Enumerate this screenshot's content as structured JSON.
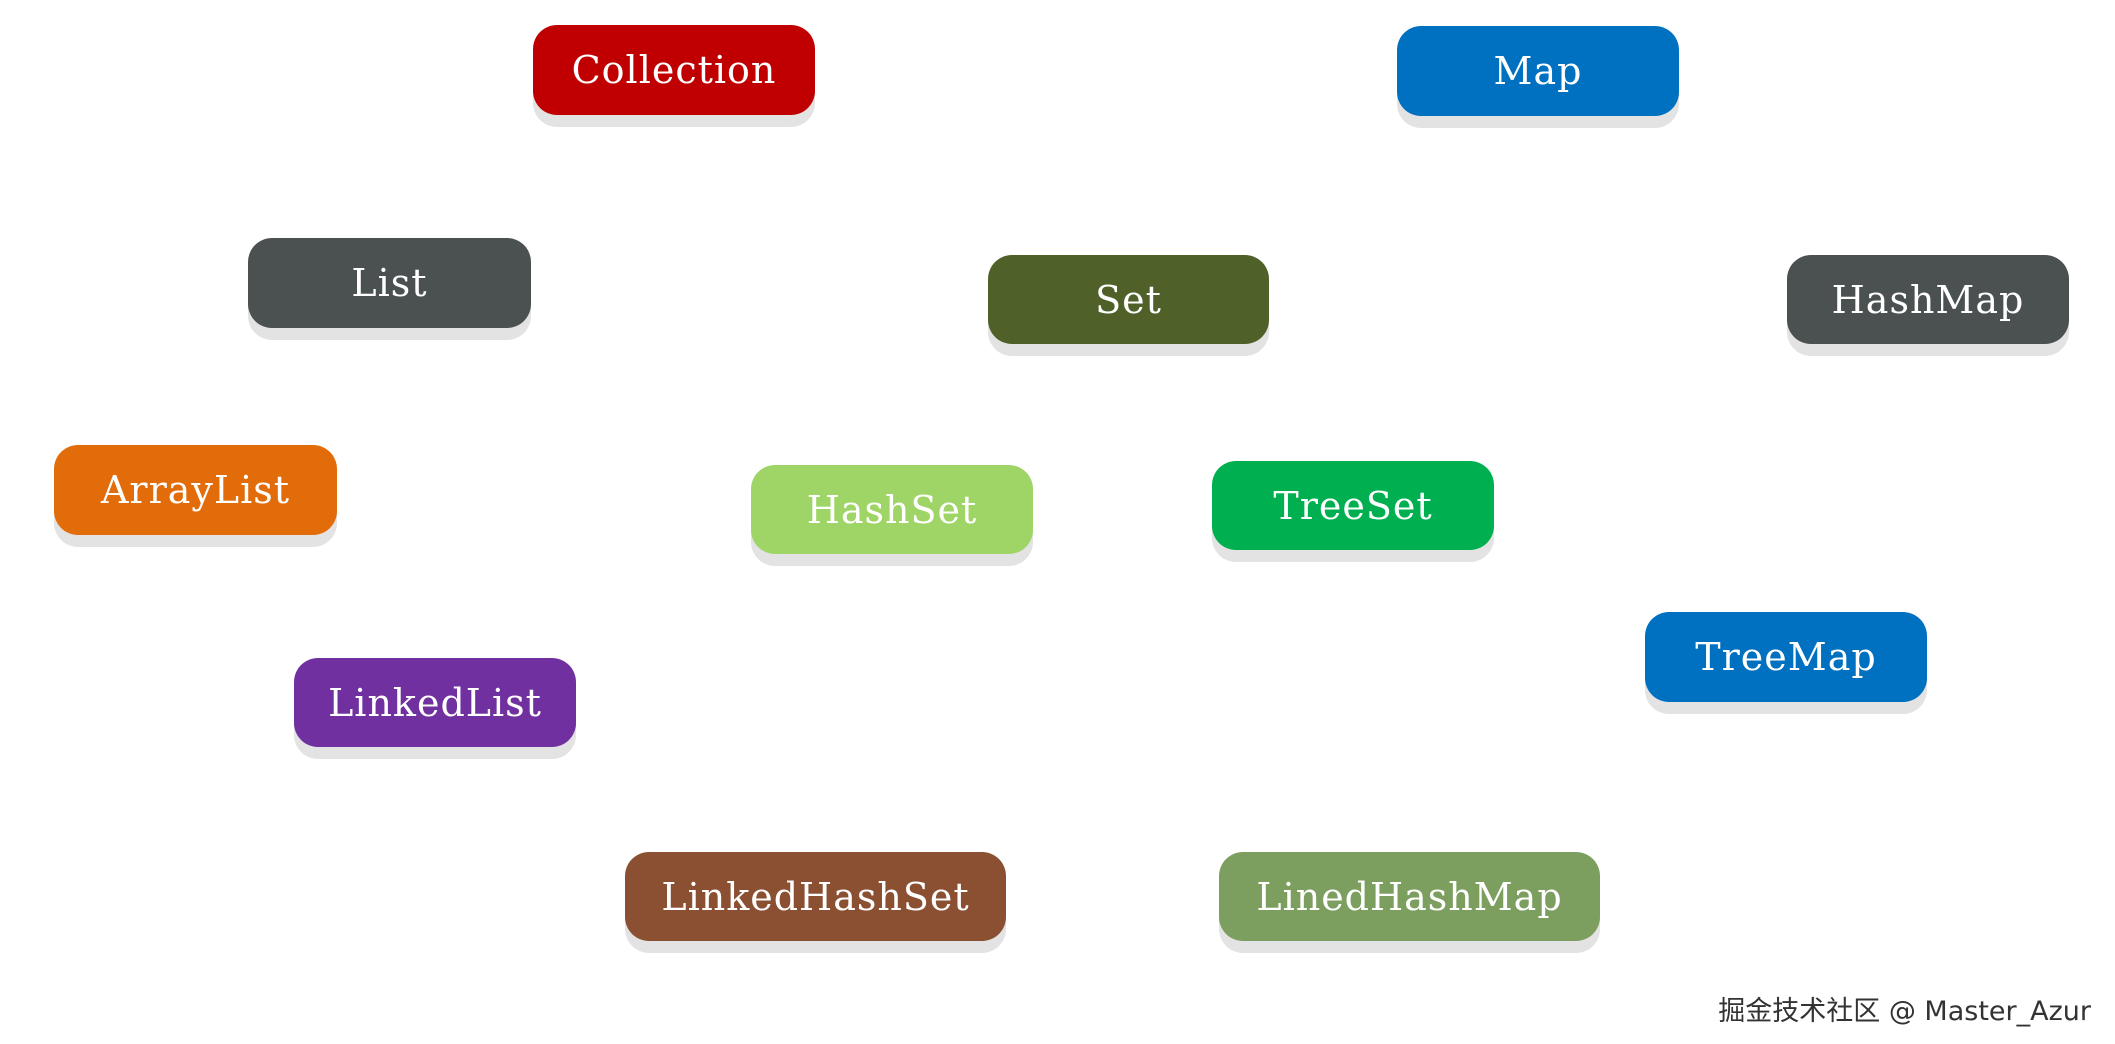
{
  "nodes": {
    "collection": {
      "label": "Collection",
      "color": "#c00000"
    },
    "map": {
      "label": "Map",
      "color": "#0070c0"
    },
    "list": {
      "label": "List",
      "color": "#4b5150"
    },
    "set": {
      "label": "Set",
      "color": "#4f6128"
    },
    "hashmap": {
      "label": "HashMap",
      "color": "#4b5150"
    },
    "arraylist": {
      "label": "ArrayList",
      "color": "#e36c0a"
    },
    "hashset": {
      "label": "HashSet",
      "color": "#9fd566"
    },
    "treeset": {
      "label": "TreeSet",
      "color": "#00b050"
    },
    "treemap": {
      "label": "TreeMap",
      "color": "#0070c0"
    },
    "linkedlist": {
      "label": "LinkedList",
      "color": "#7030a0"
    },
    "linkedhashset": {
      "label": "LinkedHashSet",
      "color": "#8b4f32"
    },
    "linedhashmap": {
      "label": "LinedHashMap",
      "color": "#7c9e5e"
    }
  },
  "watermark": {
    "text": "掘金技术社区 @ Master_Azur"
  }
}
